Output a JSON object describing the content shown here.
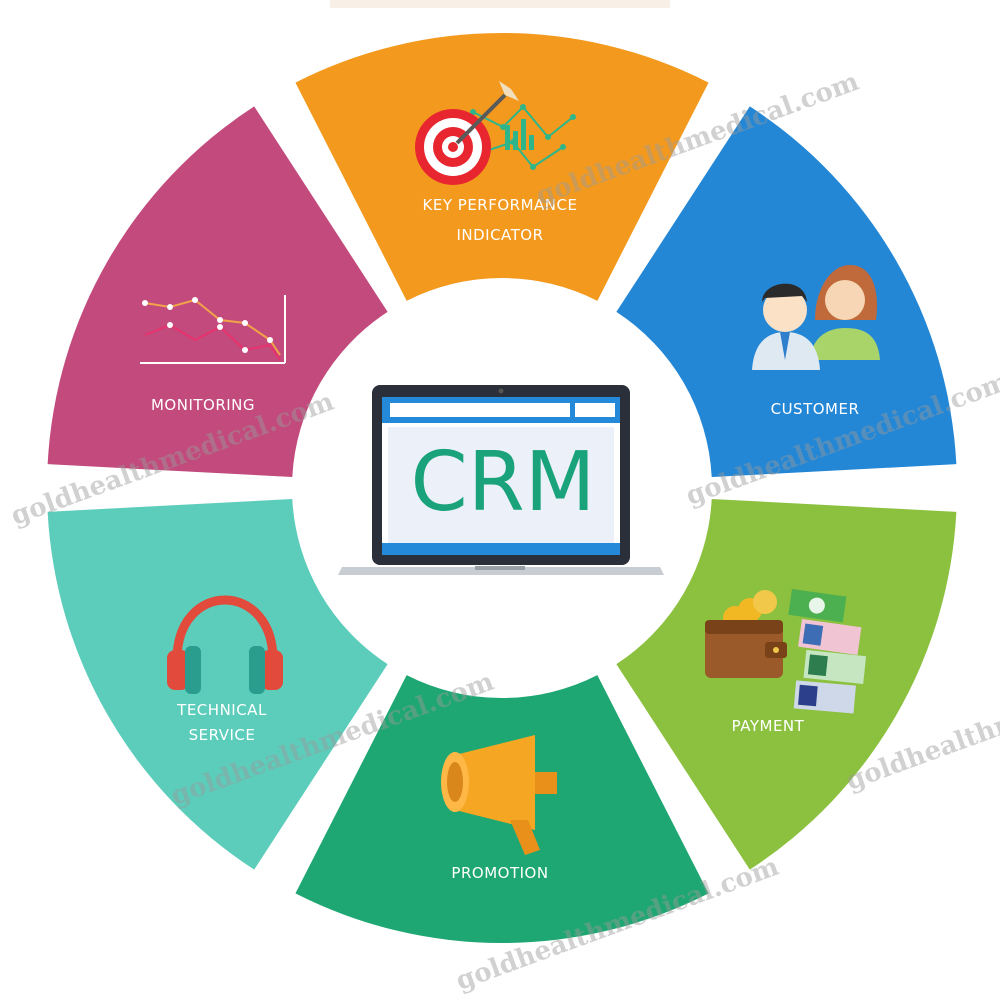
{
  "center": {
    "label": "CRM"
  },
  "segments": [
    {
      "id": "kpi",
      "lines": [
        "KEY PERFORMANCE",
        "INDICATOR"
      ],
      "color": "#f39a1e",
      "icon": "target-icon"
    },
    {
      "id": "customer",
      "lines": [
        "CUSTOMER"
      ],
      "color": "#2387d6",
      "icon": "people-icon"
    },
    {
      "id": "payment",
      "lines": [
        "PAYMENT"
      ],
      "color": "#8cc13f",
      "icon": "wallet-icon"
    },
    {
      "id": "promotion",
      "lines": [
        "PROMOTION"
      ],
      "color": "#1ea772",
      "icon": "megaphone-icon"
    },
    {
      "id": "technical",
      "lines": [
        "TECHNICAL",
        "SERVICE"
      ],
      "color": "#5ccdbb",
      "icon": "headphones-icon"
    },
    {
      "id": "monitoring",
      "lines": [
        "MONITORING"
      ],
      "color": "#c24a7c",
      "icon": "line-chart-icon"
    }
  ],
  "watermark": "goldhealthmedical.com"
}
